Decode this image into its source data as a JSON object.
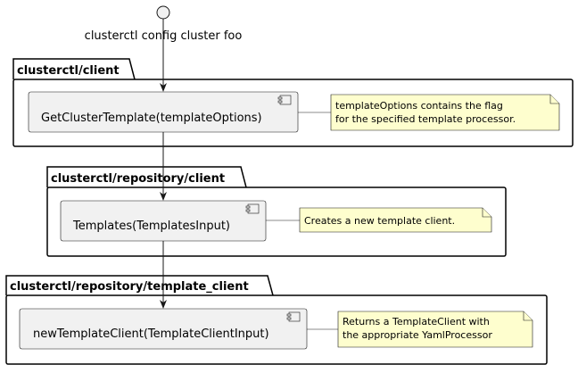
{
  "diagram": {
    "start": {
      "label": "clusterctl config cluster foo"
    },
    "packages": [
      {
        "name": "clusterctl/client"
      },
      {
        "name": "clusterctl/repository/client"
      },
      {
        "name": "clusterctl/repository/template_client"
      }
    ],
    "components": [
      {
        "label": "GetClusterTemplate(templateOptions)"
      },
      {
        "label": "Templates(TemplatesInput)"
      },
      {
        "label": "newTemplateClient(TemplateClientInput)"
      }
    ],
    "notes": [
      {
        "lines": [
          "templateOptions contains the flag",
          "for the specified template processor."
        ]
      },
      {
        "lines": [
          "Creates a new template client."
        ]
      },
      {
        "lines": [
          "Returns a TemplateClient with",
          "the appropriate YamlProcessor"
        ]
      }
    ],
    "colors": {
      "component_fill": "#f1f1f1",
      "component_stroke": "#181818",
      "note_fill": "#fefece",
      "note_stroke": "#181818",
      "package_stroke": "#000000"
    }
  }
}
